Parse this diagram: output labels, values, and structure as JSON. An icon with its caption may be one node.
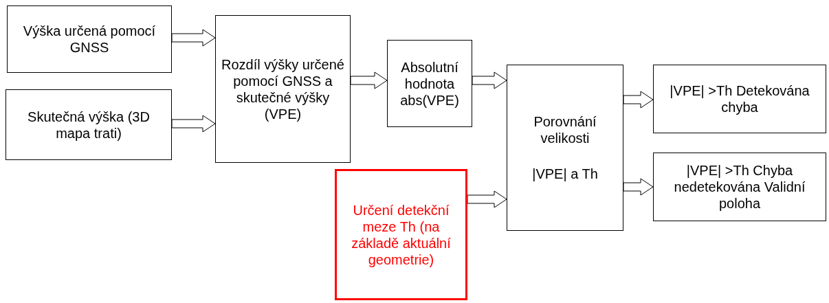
{
  "diagram": {
    "nodes": [
      {
        "text": [
          "Výška určená pomocí GNSS"
        ]
      },
      {
        "text": [
          "Skutečná výška (3D mapa trati)"
        ]
      },
      {
        "text": [
          "Rozdíl výšky určené pomocí GNSS a skutečné výšky (VPE)"
        ]
      },
      {
        "text": [
          "Absolutní hodnota abs(VPE)"
        ]
      },
      {
        "text": [
          "Porovnání velikosti",
          "|VPE| a Th"
        ]
      },
      {
        "text": [
          "Určení detekční meze Th (na základě aktuální geometrie)"
        ]
      },
      {
        "text": [
          "|VPE| >Th Detekována chyba"
        ]
      },
      {
        "text": [
          "|VPE| >Th Chyba nedetekována Validní poloha"
        ]
      }
    ],
    "edges": [
      {
        "from": 0,
        "to": 2,
        "arrow": "to"
      },
      {
        "from": 1,
        "to": 2,
        "arrow": "to"
      },
      {
        "from": 2,
        "to": 3,
        "arrow": "to"
      },
      {
        "from": 3,
        "to": 4,
        "arrow": "to"
      },
      {
        "from": 5,
        "to": 4,
        "arrow": "to"
      },
      {
        "from": 4,
        "to": 6,
        "arrow": "to"
      },
      {
        "from": 4,
        "to": 7,
        "arrow": "to"
      }
    ]
  }
}
